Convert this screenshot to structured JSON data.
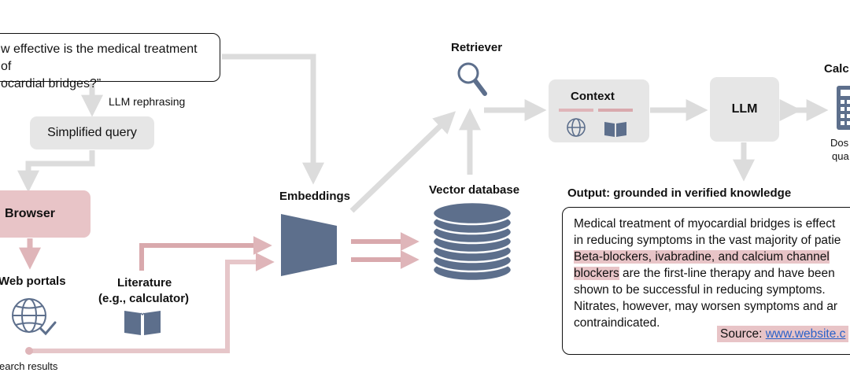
{
  "query": {
    "line1": "w effective is the medical treatment of",
    "line2": "ocardial bridges?”"
  },
  "rephrase_label": "LLM rephrasing",
  "simplified_query": "Simplified query",
  "browser": "Browser",
  "web_portals": "Web portals",
  "search_results": "earch results",
  "literature": {
    "line1": "Literature",
    "line2": "(e.g., calculator)"
  },
  "embeddings": "Embeddings",
  "vector_database": "Vector database",
  "retriever": "Retriever",
  "context": "Context",
  "llm": "LLM",
  "calculator": {
    "title": "Calc",
    "caption_line1": "Dos",
    "caption_line2": "qua"
  },
  "output": {
    "heading": "Output: grounded in verified knowledge",
    "lines": [
      "Medical treatment of myocardial bridges is effect",
      "in reducing symptoms in the vast majority of patie",
      "Beta-blockers, ivabradine, and calcium channel",
      "blockers",
      " are the first-line therapy and have been",
      "shown to be  successful in reducing symptoms.",
      "Nitrates, however, may worsen symptoms and ar",
      "contraindicated."
    ],
    "source_label": "Source: ",
    "source_link": "www.website.c"
  },
  "colors": {
    "gray_arrow": "#dcdcdc",
    "pink_arrow": "#dfb5b9",
    "pink_fill": "#e8c4c7",
    "box_gray": "#e6e6e6",
    "slate_icon": "#5d6f8c"
  }
}
